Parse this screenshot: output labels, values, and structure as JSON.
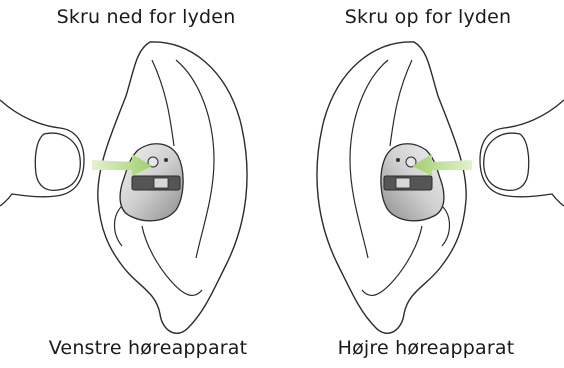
{
  "left": {
    "instruction": "Skru ned for lyden",
    "label": "Venstre høreapparat"
  },
  "right": {
    "instruction": "Skru op for lyden",
    "label": "Højre høreapparat"
  },
  "colors": {
    "arrow": "#b6dd84",
    "outline": "#2b2b2b",
    "device_body": "#cfcfcf",
    "faceplate": "#555555"
  }
}
